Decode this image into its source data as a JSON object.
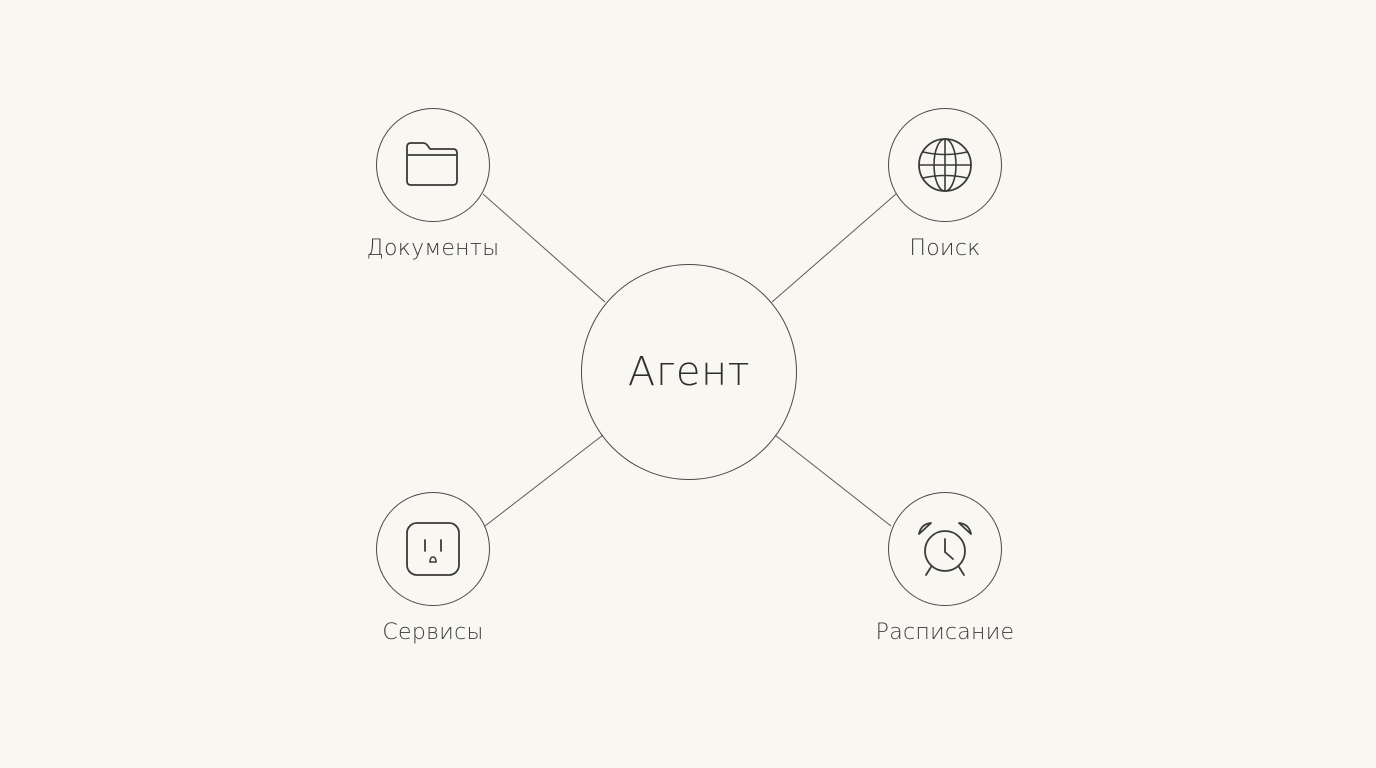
{
  "diagram": {
    "center": {
      "label": "Агент"
    },
    "nodes": [
      {
        "id": "documents",
        "label": "Документы",
        "icon": "folder-icon"
      },
      {
        "id": "search",
        "label": "Поиск",
        "icon": "globe-icon"
      },
      {
        "id": "services",
        "label": "Сервисы",
        "icon": "power-outlet-icon"
      },
      {
        "id": "schedule",
        "label": "Расписание",
        "icon": "alarm-clock-icon"
      }
    ]
  },
  "colors": {
    "background": "#f9f7f2",
    "stroke": "#4a4a4a",
    "text": "#3a3a3a"
  }
}
